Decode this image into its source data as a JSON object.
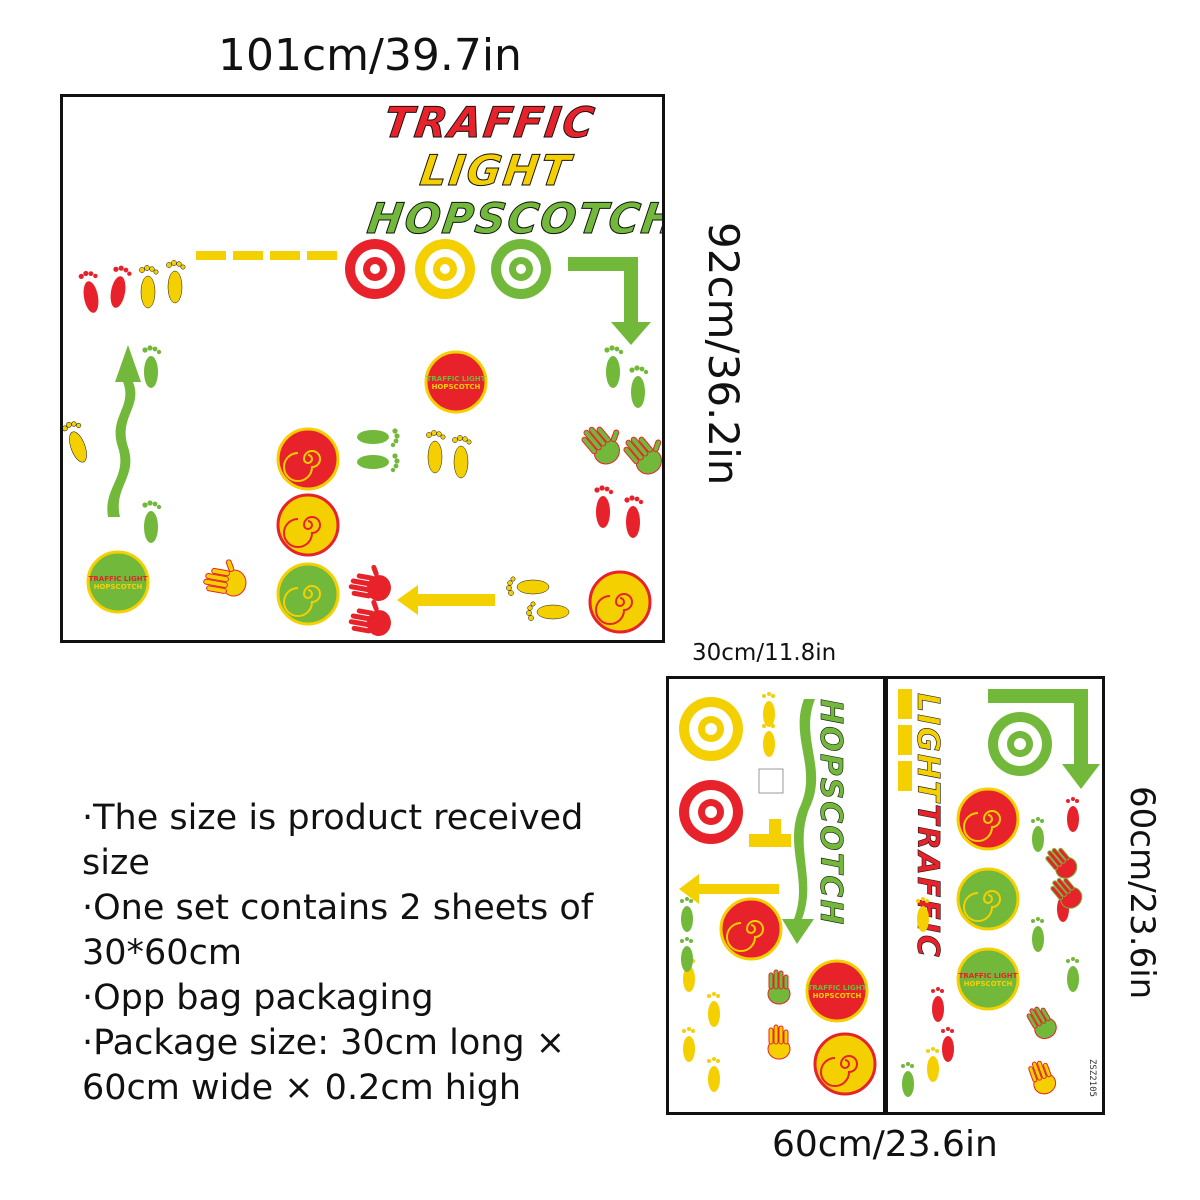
{
  "dimensions": {
    "large_width": "101cm/39.7in",
    "large_height": "92cm/36.2in",
    "sheet_width": "30cm/11.8in",
    "sheet_height": "60cm/23.6in",
    "set_width": "60cm/23.6in"
  },
  "title_lines": [
    "TRAFFIC",
    "LIGHT",
    "HOPSCOTCH"
  ],
  "badge_text": [
    "TRAFFIC LIGHT",
    "HOPSCOTCH"
  ],
  "sheet_code": "ZSZ2105",
  "info_lines": [
    "·The size is product received size",
    "·One set contains 2 sheets of 30*60cm",
    "·Opp bag packaging",
    "·Package size: 30cm long × 60cm wide × 0.2cm high"
  ],
  "colors": {
    "red": "#e8222a",
    "yellow": "#f5d000",
    "green": "#72b83a",
    "outline": "#111111"
  }
}
